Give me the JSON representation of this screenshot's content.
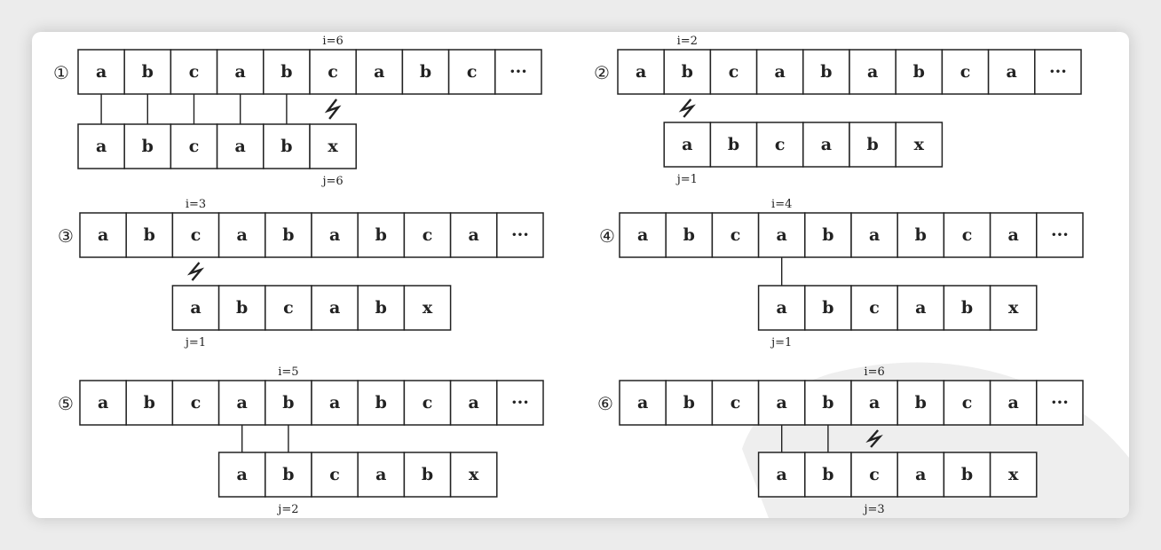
{
  "panels": [
    {
      "number": "①",
      "main": [
        "a",
        "b",
        "c",
        "a",
        "b",
        "c",
        "a",
        "b",
        "c",
        "···"
      ],
      "pattern": [
        "a",
        "b",
        "c",
        "a",
        "b",
        "x"
      ],
      "i_label": "i=6",
      "j_label": "j=6",
      "i": 6,
      "j": 6,
      "mismatch": true,
      "matched_links": 5
    },
    {
      "number": "②",
      "main": [
        "a",
        "b",
        "c",
        "a",
        "b",
        "a",
        "b",
        "c",
        "a",
        "···"
      ],
      "pattern": [
        "a",
        "b",
        "c",
        "a",
        "b",
        "x"
      ],
      "i_label": "i=2",
      "j_label": "j=1",
      "i": 2,
      "j": 1,
      "mismatch": true,
      "matched_links": 0
    },
    {
      "number": "③",
      "main": [
        "a",
        "b",
        "c",
        "a",
        "b",
        "a",
        "b",
        "c",
        "a",
        "···"
      ],
      "pattern": [
        "a",
        "b",
        "c",
        "a",
        "b",
        "x"
      ],
      "i_label": "i=3",
      "j_label": "j=1",
      "i": 3,
      "j": 1,
      "mismatch": true,
      "matched_links": 0
    },
    {
      "number": "④",
      "main": [
        "a",
        "b",
        "c",
        "a",
        "b",
        "a",
        "b",
        "c",
        "a",
        "···"
      ],
      "pattern": [
        "a",
        "b",
        "c",
        "a",
        "b",
        "x"
      ],
      "i_label": "i=4",
      "j_label": "j=1",
      "i": 4,
      "j": 1,
      "mismatch": false,
      "matched_links": 1
    },
    {
      "number": "⑤",
      "main": [
        "a",
        "b",
        "c",
        "a",
        "b",
        "a",
        "b",
        "c",
        "a",
        "···"
      ],
      "pattern": [
        "a",
        "b",
        "c",
        "a",
        "b",
        "x"
      ],
      "i_label": "i=5",
      "j_label": "j=2",
      "i": 5,
      "j": 2,
      "mismatch": false,
      "matched_links": 2
    },
    {
      "number": "⑥",
      "main": [
        "a",
        "b",
        "c",
        "a",
        "b",
        "a",
        "b",
        "c",
        "a",
        "···"
      ],
      "pattern": [
        "a",
        "b",
        "c",
        "a",
        "b",
        "x"
      ],
      "i_label": "i=6",
      "j_label": "j=3",
      "i": 6,
      "j": 3,
      "mismatch": true,
      "matched_links": 2
    }
  ],
  "colors": {
    "ink": "#222222",
    "box_fill": "#ffffff",
    "watermark": "#bdbdbd"
  }
}
